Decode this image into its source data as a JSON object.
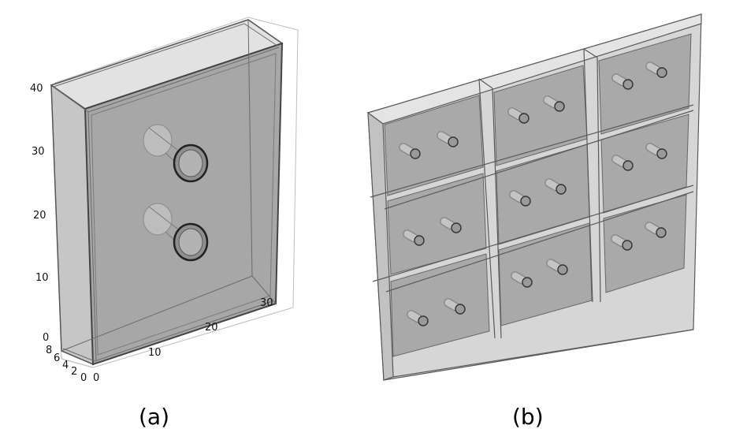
{
  "panel_a": {
    "caption": "(a)",
    "vertical_ticks": [
      "0",
      "10",
      "20",
      "30",
      "40"
    ],
    "depth_ticks": [
      "8",
      "6",
      "4",
      "2",
      "0"
    ],
    "width_ticks": [
      "0",
      "10",
      "20",
      "30"
    ]
  },
  "panel_b": {
    "caption": "(b)"
  },
  "colors": {
    "slab_face": "#a9a9a9",
    "box_fill": "#d2d2d2",
    "edge": "#555555"
  }
}
